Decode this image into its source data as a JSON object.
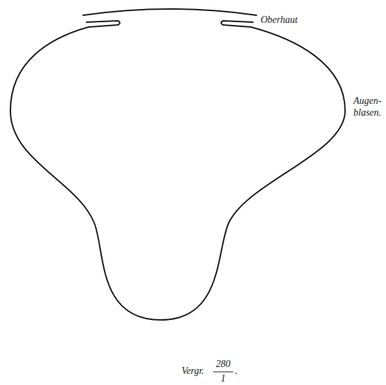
{
  "diagram": {
    "labels": [
      "Oberhaut",
      "Augen- blasen.",
      "Vergr.",
      "280",
      "1",
      "."
    ]
  }
}
